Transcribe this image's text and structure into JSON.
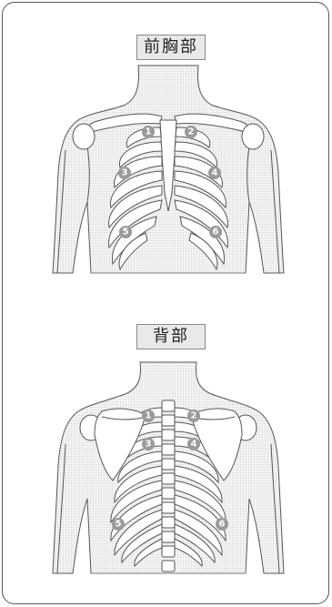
{
  "front": {
    "title": "前胸部",
    "markers": [
      "1",
      "2",
      "3",
      "4",
      "5",
      "6"
    ]
  },
  "back": {
    "title": "背部",
    "markers": [
      "1",
      "2",
      "3",
      "4",
      "5",
      "6"
    ]
  },
  "colors": {
    "outline": "#555555",
    "skin_fill": "#e9e9e9",
    "marker_fill": "#9a9a9a",
    "marker_text": "#ffffff"
  },
  "icons": [
    "front-chest-figure",
    "back-figure"
  ]
}
